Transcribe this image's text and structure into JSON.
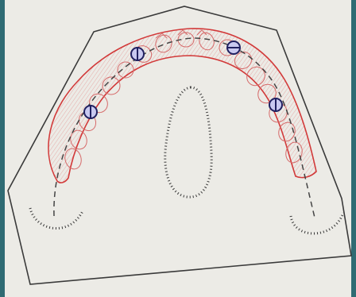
{
  "diagram": {
    "subject": "",
    "colors": {
      "frame": "#2f6b73",
      "paper": "#ecebe6",
      "outline": "#3a3a3a",
      "gum_outline": "#d23a3a",
      "gum_hatch": "#e07a7a",
      "tooth": "#d66a6a",
      "arch_line": "#444444",
      "marker": "#202060"
    },
    "markers": [
      {
        "symbol": "marker-1"
      },
      {
        "symbol": "marker-2"
      },
      {
        "symbol": "marker-3"
      },
      {
        "symbol": "marker-4"
      }
    ]
  }
}
